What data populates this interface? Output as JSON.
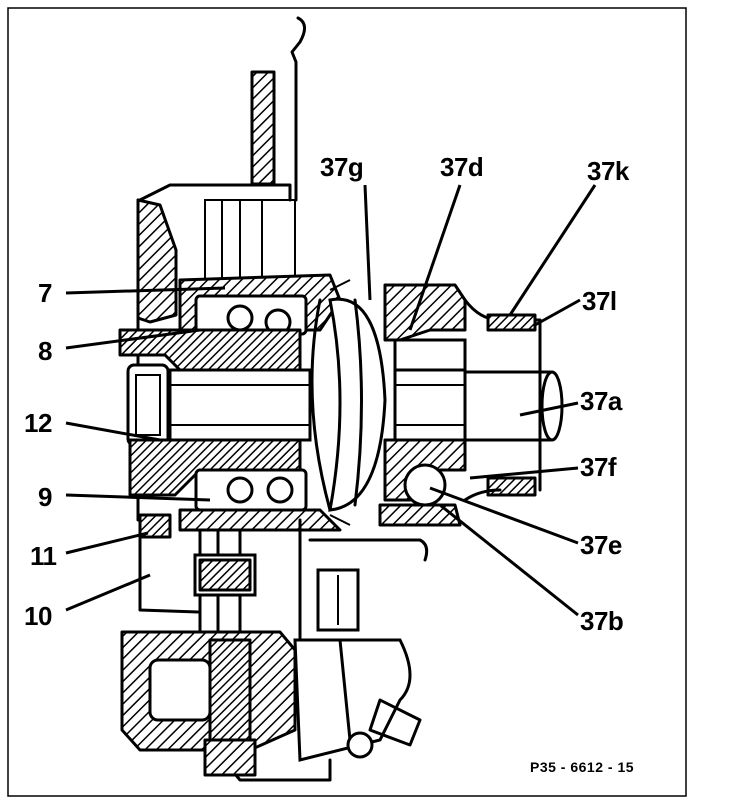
{
  "diagram": {
    "labels": {
      "l7": "7",
      "l8": "8",
      "l12": "12",
      "l9": "9",
      "l11": "11",
      "l10": "10",
      "l37g": "37g",
      "l37d": "37d",
      "l37k": "37k",
      "l37l": "37l",
      "l37a": "37a",
      "l37f": "37f",
      "l37e": "37e",
      "l37b": "37b"
    },
    "reference_code": "P35 - 6612 - 15"
  }
}
